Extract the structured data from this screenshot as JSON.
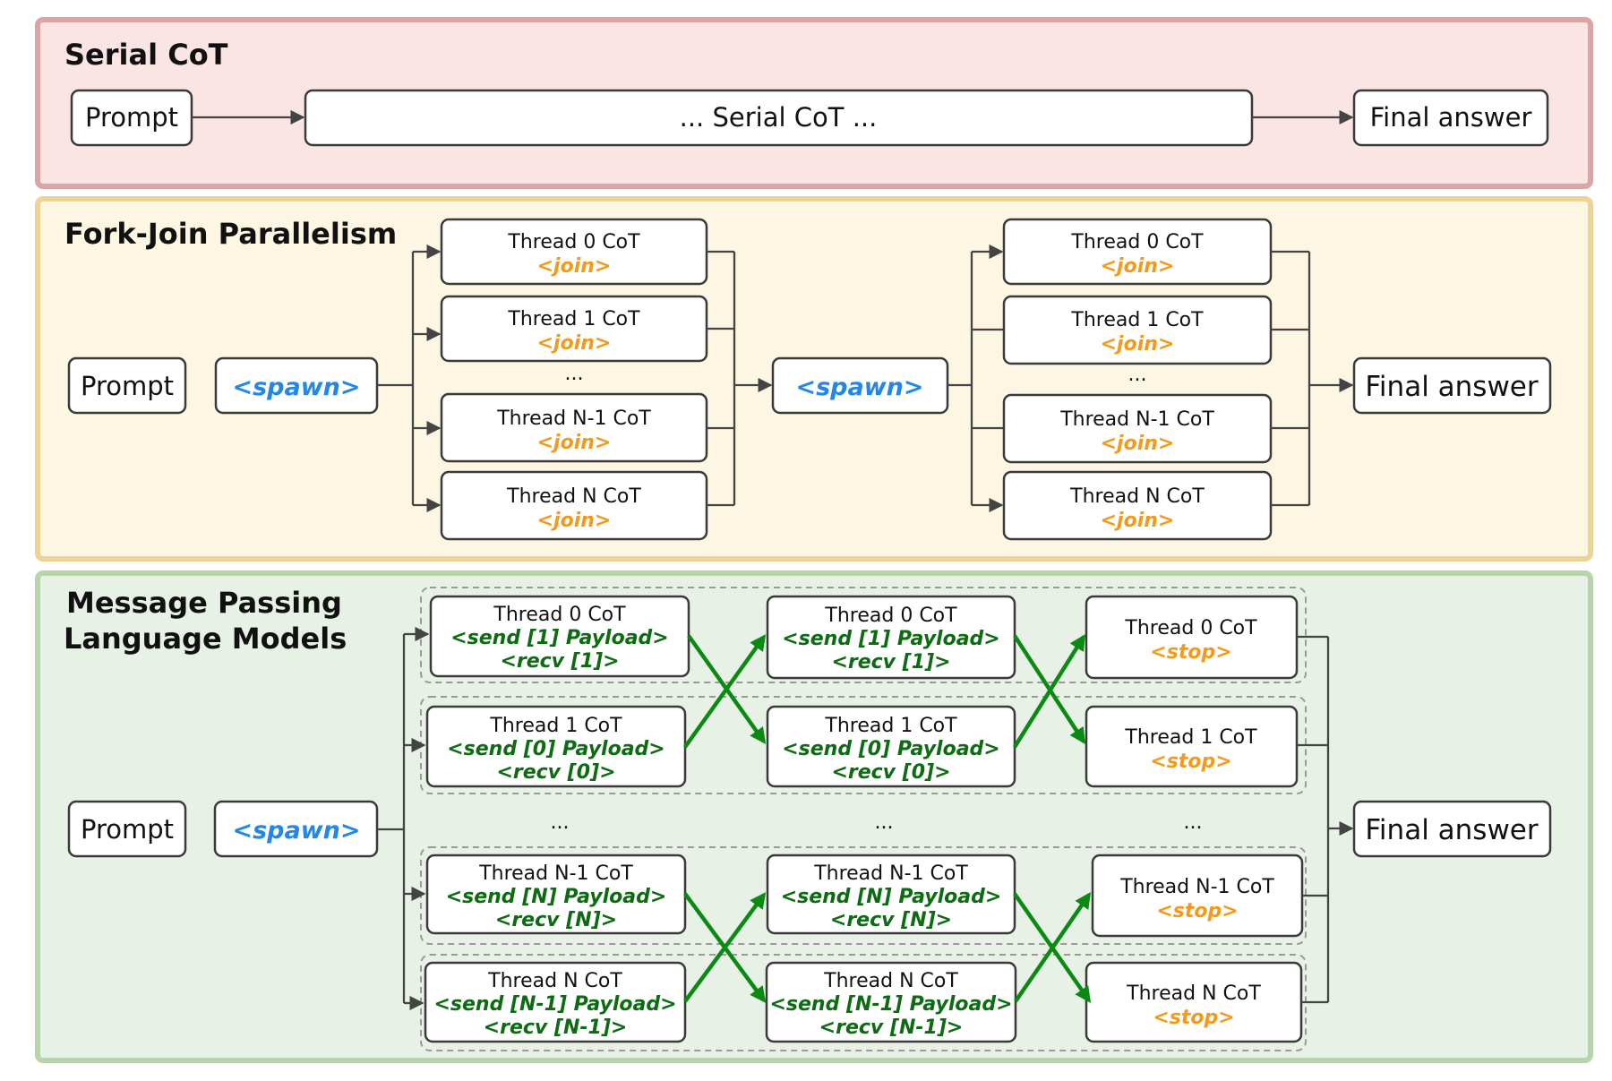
{
  "colors": {
    "serial_bg": "#fbe4e4",
    "serial_border": "#dba5a6",
    "fork_bg": "#fdf6e3",
    "fork_border": "#ecd496",
    "mp_bg": "#e8f1e5",
    "mp_border": "#b8d4ad",
    "spawn": "#2287e6",
    "join": "#f39a1c",
    "send": "#0d6b12",
    "arrow_green": "#0a8a12"
  },
  "serial": {
    "title": "Serial CoT",
    "prompt": "Prompt",
    "cot": "... Serial CoT ...",
    "final": "Final answer"
  },
  "fork": {
    "title": "Fork-Join Parallelism",
    "prompt": "Prompt",
    "spawn": "<spawn>",
    "final": "Final answer",
    "dots": "...",
    "group1": [
      {
        "label": "Thread 0 CoT",
        "tag": "<join>"
      },
      {
        "label": "Thread 1 CoT",
        "tag": "<join>"
      },
      {
        "label": "Thread N-1 CoT",
        "tag": "<join>"
      },
      {
        "label": "Thread N CoT",
        "tag": "<join>"
      }
    ],
    "group2": [
      {
        "label": "Thread 0 CoT",
        "tag": "<join>"
      },
      {
        "label": "Thread 1 CoT",
        "tag": "<join>"
      },
      {
        "label": "Thread N-1 CoT",
        "tag": "<join>"
      },
      {
        "label": "Thread N CoT",
        "tag": "<join>"
      }
    ]
  },
  "mp": {
    "title_line1": "Message Passing",
    "title_line2": "Language Models",
    "prompt": "Prompt",
    "spawn": "<spawn>",
    "final": "Final answer",
    "dots": "...",
    "col1": [
      {
        "label": "Thread 0 CoT",
        "send": "<send [1] Payload>",
        "recv": "<recv [1]>"
      },
      {
        "label": "Thread 1 CoT",
        "send": "<send [0] Payload>",
        "recv": "<recv [0]>"
      },
      {
        "label": "Thread N-1 CoT",
        "send": "<send [N] Payload>",
        "recv": "<recv [N]>"
      },
      {
        "label": "Thread N CoT",
        "send": "<send [N-1] Payload>",
        "recv": "<recv [N-1]>"
      }
    ],
    "col2": [
      {
        "label": "Thread 0 CoT",
        "send": "<send [1] Payload>",
        "recv": "<recv [1]>"
      },
      {
        "label": "Thread 1 CoT",
        "send": "<send [0] Payload>",
        "recv": "<recv [0]>"
      },
      {
        "label": "Thread N-1 CoT",
        "send": "<send [N] Payload>",
        "recv": "<recv [N]>"
      },
      {
        "label": "Thread N CoT",
        "send": "<send [N-1] Payload>",
        "recv": "<recv [N-1]>"
      }
    ],
    "col3": [
      {
        "label": "Thread 0 CoT",
        "tag": "<stop>"
      },
      {
        "label": "Thread 1 CoT",
        "tag": "<stop>"
      },
      {
        "label": "Thread N-1 CoT",
        "tag": "<stop>"
      },
      {
        "label": "Thread N CoT",
        "tag": "<stop>"
      }
    ]
  }
}
